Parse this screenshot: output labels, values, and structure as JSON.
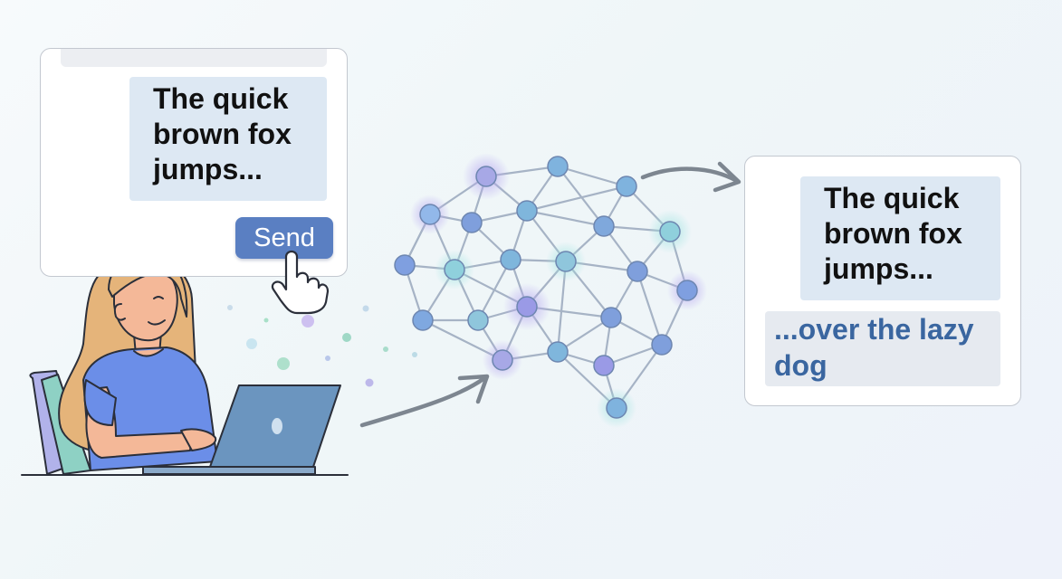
{
  "input_panel": {
    "prompt_text": "The quick\nbrown fox\njumps...",
    "send_label": "Send"
  },
  "output_panel": {
    "prompt_text": "The quick\nbrown fox\njumps...",
    "completion_text": "...over the lazy dog"
  },
  "colors": {
    "send_button": "#5a7fc2",
    "prompt_bg": "#dde8f3",
    "completion_text": "#3a66a0",
    "node_blue": "#7fb3de",
    "node_teal": "#8fd0dc",
    "node_purple": "#a7a8e6",
    "arrow": "#7d8690"
  },
  "icons": [
    "pointer-hand-icon",
    "laptop-icon",
    "apple-logo-icon",
    "flow-arrow-icon"
  ]
}
